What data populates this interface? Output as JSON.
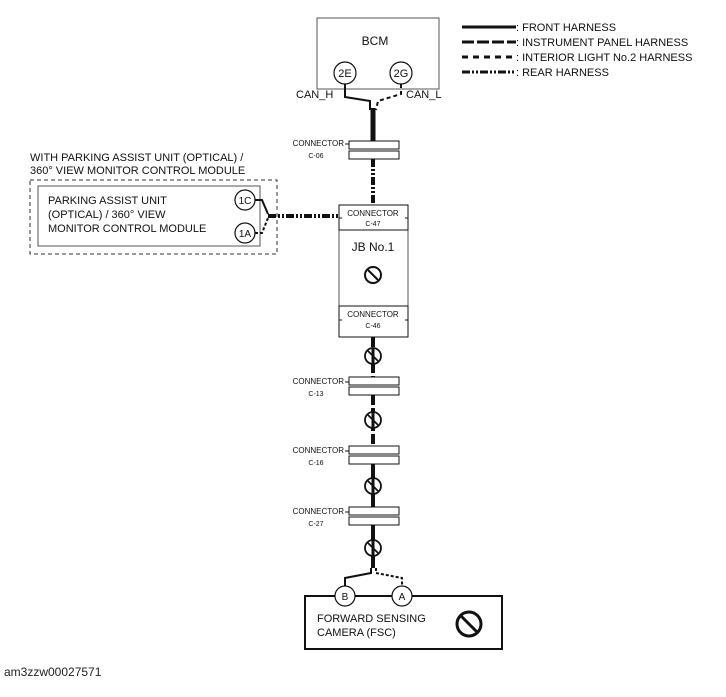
{
  "legend": {
    "front": ": FRONT HARNESS",
    "instrument": ": INSTRUMENT PANEL HARNESS",
    "interior": ": INTERIOR LIGHT No.2 HARNESS",
    "rear": ": REAR HARNESS"
  },
  "bcm": {
    "title": "BCM",
    "pin_h": "2E",
    "pin_l": "2G",
    "can_h": "CAN_H",
    "can_l": "CAN_L"
  },
  "connectors": {
    "label": "CONNECTOR",
    "c06": "C-06",
    "c47": "C-47",
    "c46": "C-46",
    "c13": "C-13",
    "c16": "C-16",
    "c27": "C-27"
  },
  "jb": {
    "title": "JB No.1"
  },
  "option": {
    "line1": "WITH PARKING ASSIST UNIT (OPTICAL) /",
    "line2": "360° VIEW MONITOR CONTROL MODULE"
  },
  "pam": {
    "line1": "PARKING ASSIST UNIT",
    "line2": "(OPTICAL) / 360° VIEW",
    "line3": "MONITOR CONTROL MODULE",
    "pin_top": "1C",
    "pin_bottom": "1A"
  },
  "fsc": {
    "line1": "FORWARD SENSING",
    "line2": "CAMERA (FSC)",
    "pin_left": "B",
    "pin_right": "A"
  },
  "caption": "am3zzw00027571"
}
